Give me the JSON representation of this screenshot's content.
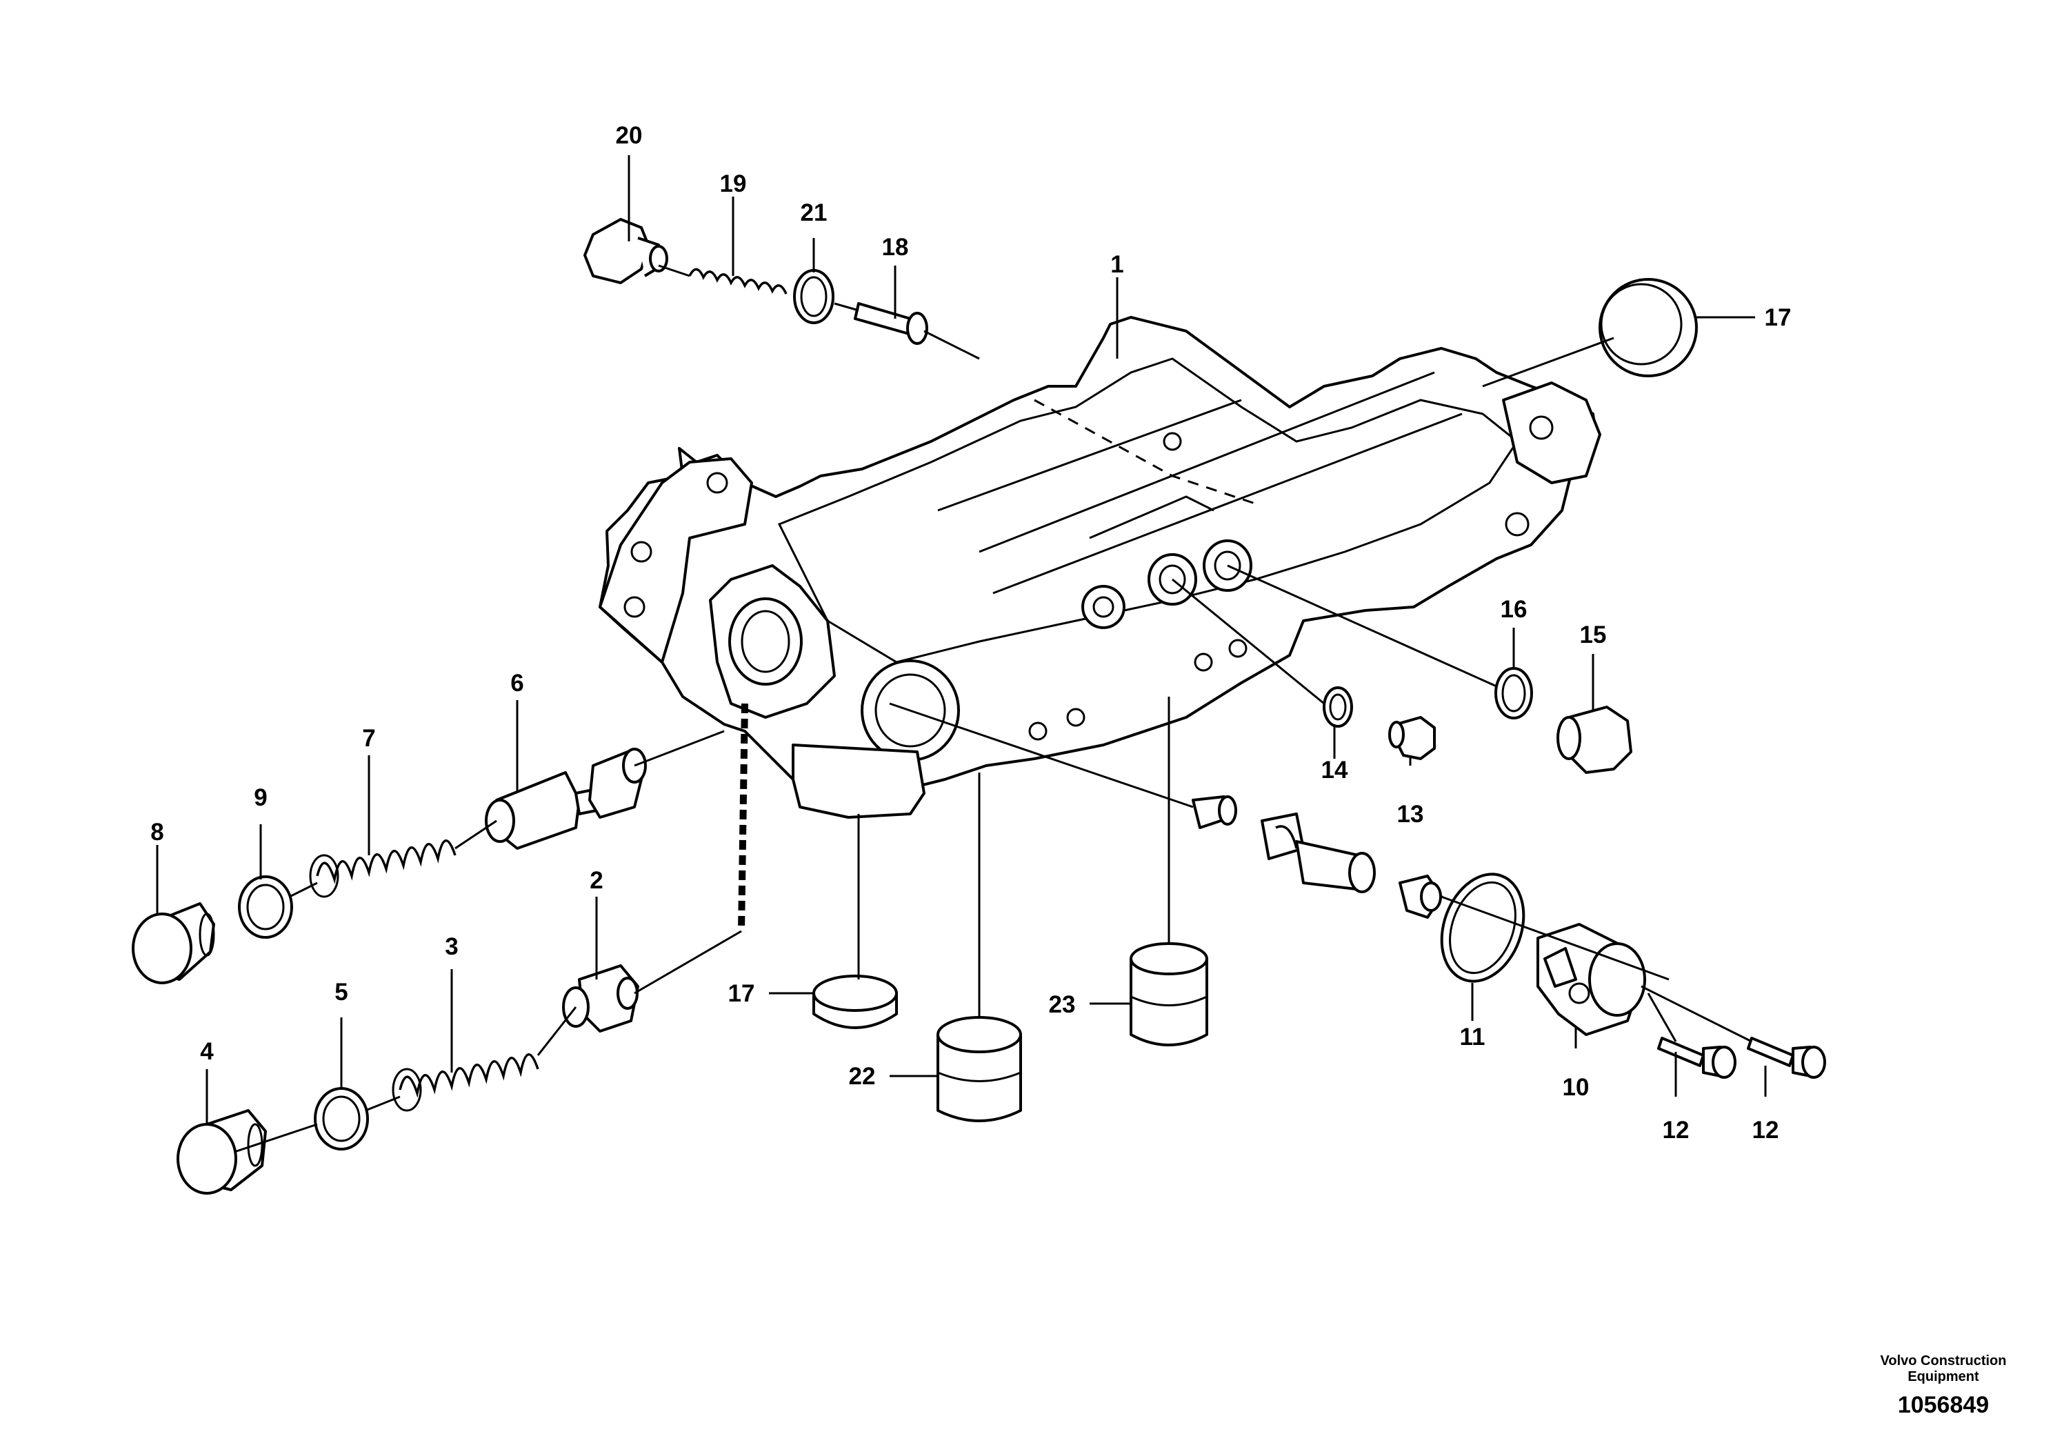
{
  "diagram": {
    "callouts": [
      {
        "id": "20",
        "label": "20"
      },
      {
        "id": "19",
        "label": "19"
      },
      {
        "id": "21",
        "label": "21"
      },
      {
        "id": "18",
        "label": "18"
      },
      {
        "id": "1",
        "label": "1"
      },
      {
        "id": "17a",
        "label": "17"
      },
      {
        "id": "16",
        "label": "16"
      },
      {
        "id": "15",
        "label": "15"
      },
      {
        "id": "6",
        "label": "6"
      },
      {
        "id": "7",
        "label": "7"
      },
      {
        "id": "9",
        "label": "9"
      },
      {
        "id": "8",
        "label": "8"
      },
      {
        "id": "14",
        "label": "14"
      },
      {
        "id": "13",
        "label": "13"
      },
      {
        "id": "2",
        "label": "2"
      },
      {
        "id": "3",
        "label": "3"
      },
      {
        "id": "5",
        "label": "5"
      },
      {
        "id": "4",
        "label": "4"
      },
      {
        "id": "17b",
        "label": "17"
      },
      {
        "id": "23",
        "label": "23"
      },
      {
        "id": "22",
        "label": "22"
      },
      {
        "id": "11",
        "label": "11"
      },
      {
        "id": "10",
        "label": "10"
      },
      {
        "id": "12a",
        "label": "12"
      },
      {
        "id": "12b",
        "label": "12"
      }
    ],
    "credit_line1": "Volvo Construction",
    "credit_line2": "Equipment",
    "reference_number": "1056849"
  }
}
